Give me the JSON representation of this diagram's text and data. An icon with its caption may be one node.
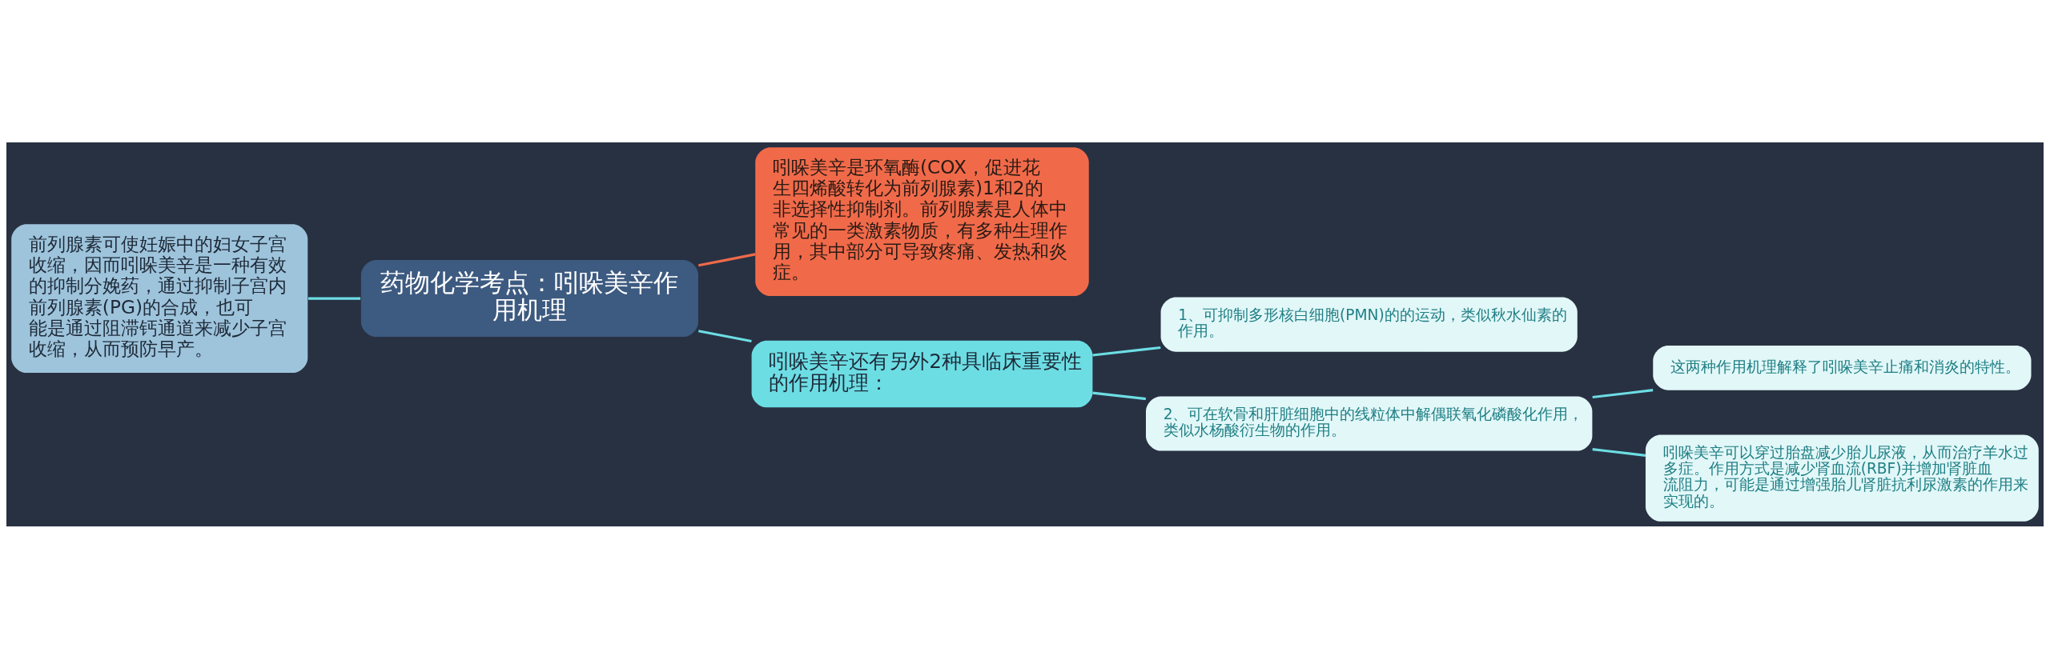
{
  "diagram": {
    "nodes": [
      {
        "text": [
          "前列腺素可使妊娠中的妇女子宫收缩，因而吲哚美辛是一种有效的抑制分娩药，通过抑制子宫内前列腺素(PG)的合成，也可能是通过阻滞钙通道来减少子宫收缩，从而预防早产。"
        ]
      },
      {
        "text": [
          "药物化学考点：吲哚美辛作用机理"
        ]
      },
      {
        "text": [
          "吲哚美辛是环氧酶(COX，促进花生四烯酸转化为前列腺素)1和2的非选择性抑制剂。前列腺素是人体中常见的一类激素物质，有多种生理作用，其中部分可导致疼痛、发热和炎症。"
        ]
      },
      {
        "text": [
          "吲哚美辛还有另外2种具临床重要性的作用机理："
        ]
      },
      {
        "text": [
          "1、可抑制多形核白细胞(PMN)的的运动，类似秋水仙素的作用。"
        ]
      },
      {
        "text": [
          "2、可在软骨和肝脏细胞中的线粒体中解偶联氧化磷酸化作用，类似水杨酸衍生物的作用。"
        ]
      },
      {
        "text": [
          "这两种作用机理解释了吲哚美辛止痛和消炎的特性。"
        ]
      },
      {
        "text": [
          "吲哚美辛可以穿过胎盘减少胎儿尿液，从而治疗羊水过多症。作用方式是减少肾血流(RBF)并增加肾脏血流阻力，可能是通过增强胎儿肾脏抗利尿激素的作用来实现的。"
        ]
      }
    ],
    "edges": [
      {
        "from": 0,
        "to": 1,
        "arrow": "none"
      },
      {
        "from": 1,
        "to": 2,
        "arrow": "none",
        "color": "#f06a4a"
      },
      {
        "from": 1,
        "to": 3,
        "arrow": "none"
      },
      {
        "from": 3,
        "to": 4,
        "arrow": "none"
      },
      {
        "from": 3,
        "to": 5,
        "arrow": "none"
      },
      {
        "from": 5,
        "to": 6,
        "arrow": "none"
      },
      {
        "from": 5,
        "to": 7,
        "arrow": "none"
      }
    ]
  }
}
